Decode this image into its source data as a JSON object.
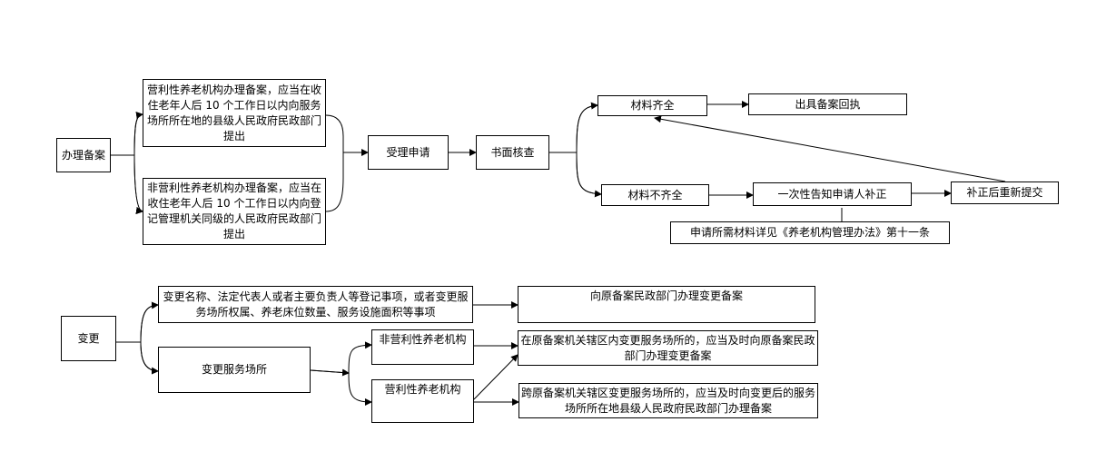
{
  "nodes": {
    "register": "办理备案",
    "forprofit_rule": "营利性养老机构办理备案，应当在收住老年人后 10 个工作日以内向服务场所所在地的县级人民政府民政部门提出",
    "nonprofit_rule": "非营利性养老机构办理备案，应当在收住老年人后 10 个工作日以内向登记管理机关同级的人民政府民政部门提出",
    "accept": "受理申请",
    "review": "书面核查",
    "complete": "材料齐全",
    "receipt": "出具备案回执",
    "incomplete": "材料不齐全",
    "notify_once": "一次性告知申请人补正",
    "resubmit": "补正后重新提交",
    "materials_note": "申请所需材料详见《养老机构管理办法》第十一条",
    "change": "变更",
    "change_items": "变更名称、法定代表人或者主要负责人等登记事项，或者变更服务场所权属、养老床位数量、服务设施面积等事项",
    "change_items_target": "向原备案民政部门办理变更备案",
    "change_site": "变更服务场所",
    "nonprofit": "非营利性养老机构",
    "forprofit": "营利性养老机构",
    "within_area": "在原备案机关辖区内变更服务场所的，应当及时向原备案民政部门办理变更备案",
    "cross_area": "跨原备案机关辖区变更服务场所的，应当及时向变更后的服务场所所在地县级人民政府民政部门办理备案"
  }
}
